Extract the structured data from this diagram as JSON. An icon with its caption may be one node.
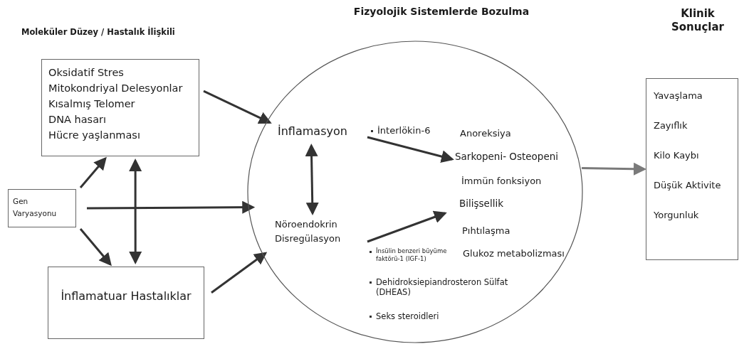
{
  "diagram": {
    "nodes": [
      {
        "text": [
          "Oksidatif Stres",
          "Mitokondriyal Delesyonlar",
          "Kısalmış Telomer",
          "DNA hasarı",
          "Hücre yaşlanması"
        ]
      },
      {
        "text": [
          "Gen Varyasyonu"
        ]
      },
      {
        "text": [
          "İnflamatuar Hastalıklar"
        ]
      },
      {
        "text": [],
        "shape": "ellipse"
      },
      {
        "text": [
          "İnflamasyon"
        ],
        "in": 3
      },
      {
        "text": [
          "Nöroendokrin Disregülasyon"
        ],
        "in": 3
      },
      {
        "text": [
          "Sarkopeni- Osteopeni"
        ],
        "in": 3
      },
      {
        "text": [
          "Bilişsellik"
        ],
        "in": 3
      },
      {
        "text": [
          "Yavaşlama",
          "Zayıflık",
          "Kilo Kaybı",
          "Düşük Aktivite",
          "Yorgunluk"
        ]
      }
    ],
    "edges": [
      {
        "from": 0,
        "to": 3,
        "arrow": "to"
      },
      {
        "from": 1,
        "to": 0,
        "arrow": "to"
      },
      {
        "from": 1,
        "to": 3,
        "arrow": "to"
      },
      {
        "from": 1,
        "to": 2,
        "arrow": "to"
      },
      {
        "from": 0,
        "to": 2,
        "arrow": "both"
      },
      {
        "from": 2,
        "to": 3,
        "arrow": "to"
      },
      {
        "from": 4,
        "to": 5,
        "arrow": "both"
      },
      {
        "from": 4,
        "to": 6,
        "arrow": "to"
      },
      {
        "from": 5,
        "to": 7,
        "arrow": "to"
      },
      {
        "from": 3,
        "to": 8,
        "arrow": "to",
        "color": "#7a7a7a"
      }
    ],
    "labels": [
      "Fizyolojik Sistemlerde Bozulma",
      "Klinik Sonuçlar",
      "Moleküler Düzey / Hastalık İlişkili",
      "İnterlökin-6",
      "Anoreksiya",
      "İmmün fonksiyon",
      "Pıhtılaşma",
      "İnsülin benzeri büyüme faktörü-1 (IGF-1)",
      "Glukoz metabolizması",
      "Dehidroksiepiandrosteron Sülfat (DHEAS)",
      "Seks steroidleri"
    ]
  }
}
